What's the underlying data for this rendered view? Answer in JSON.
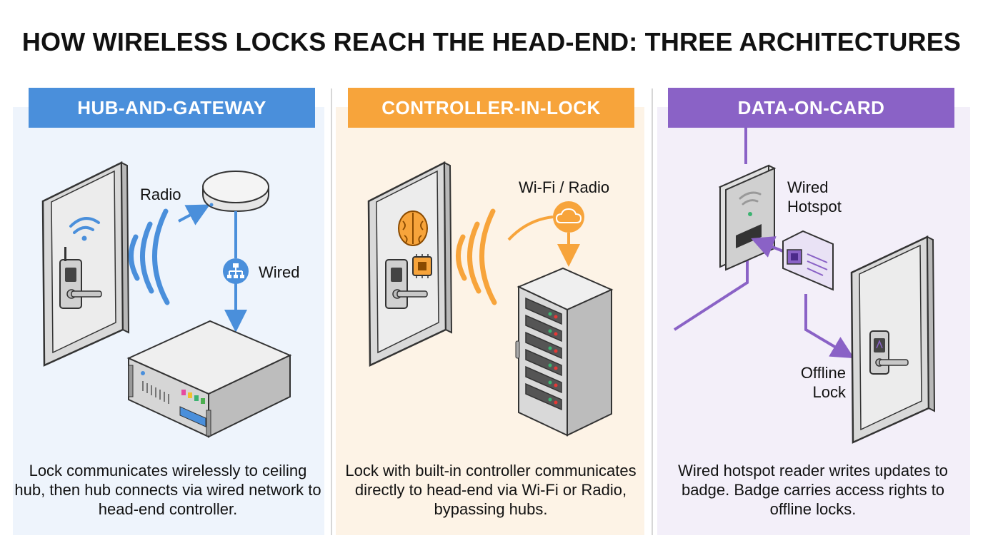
{
  "title": "HOW WIRELESS LOCKS REACH THE HEAD-END: THREE ARCHITECTURES",
  "panels": [
    {
      "heading": "HUB-AND-GATEWAY",
      "labels": {
        "radio": "Radio",
        "wired": "Wired"
      },
      "description": "Lock communicates wirelessly to ceiling hub, then hub connects via wired network to head-end controller."
    },
    {
      "heading": "CONTROLLER-IN-LOCK",
      "labels": {
        "wifi_radio": "Wi-Fi / Radio"
      },
      "description": "Lock with built-in controller communicates directly to head-end via Wi-Fi or Radio, bypassing hubs."
    },
    {
      "heading": "DATA-ON-CARD",
      "labels": {
        "wired_hotspot": "Wired Hotspot",
        "offline_lock": "Offline Lock"
      },
      "description": "Wired hotspot reader writes updates to badge. Badge carries access rights to offline locks."
    }
  ],
  "colors": {
    "hub_accent": "#4a8fdb",
    "controller_accent": "#f7a43b",
    "card_accent": "#8a62c6"
  },
  "icons": [
    "door-icon",
    "wifi-icon",
    "lock-reader-icon",
    "ceiling-hub-icon",
    "network-icon",
    "gateway-controller-icon",
    "brain-icon",
    "chip-icon",
    "cloud-icon",
    "server-rack-icon",
    "hotspot-reader-icon",
    "badge-card-icon"
  ]
}
